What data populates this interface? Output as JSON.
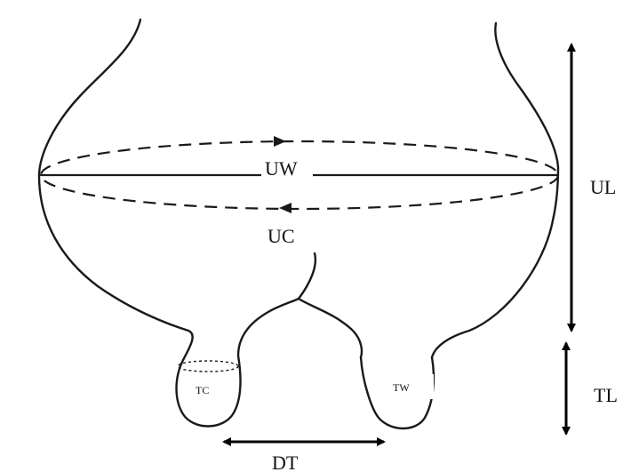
{
  "labels": {
    "udder_width": "UW",
    "udder_circumference": "UC",
    "udder_length": "UL",
    "teat_length": "TL",
    "teat_circumference": "TC",
    "teat_width": "TW",
    "distance_between_teats": "DT"
  },
  "colors": {
    "ink": "#1a1a1a",
    "background": "#ffffff"
  }
}
